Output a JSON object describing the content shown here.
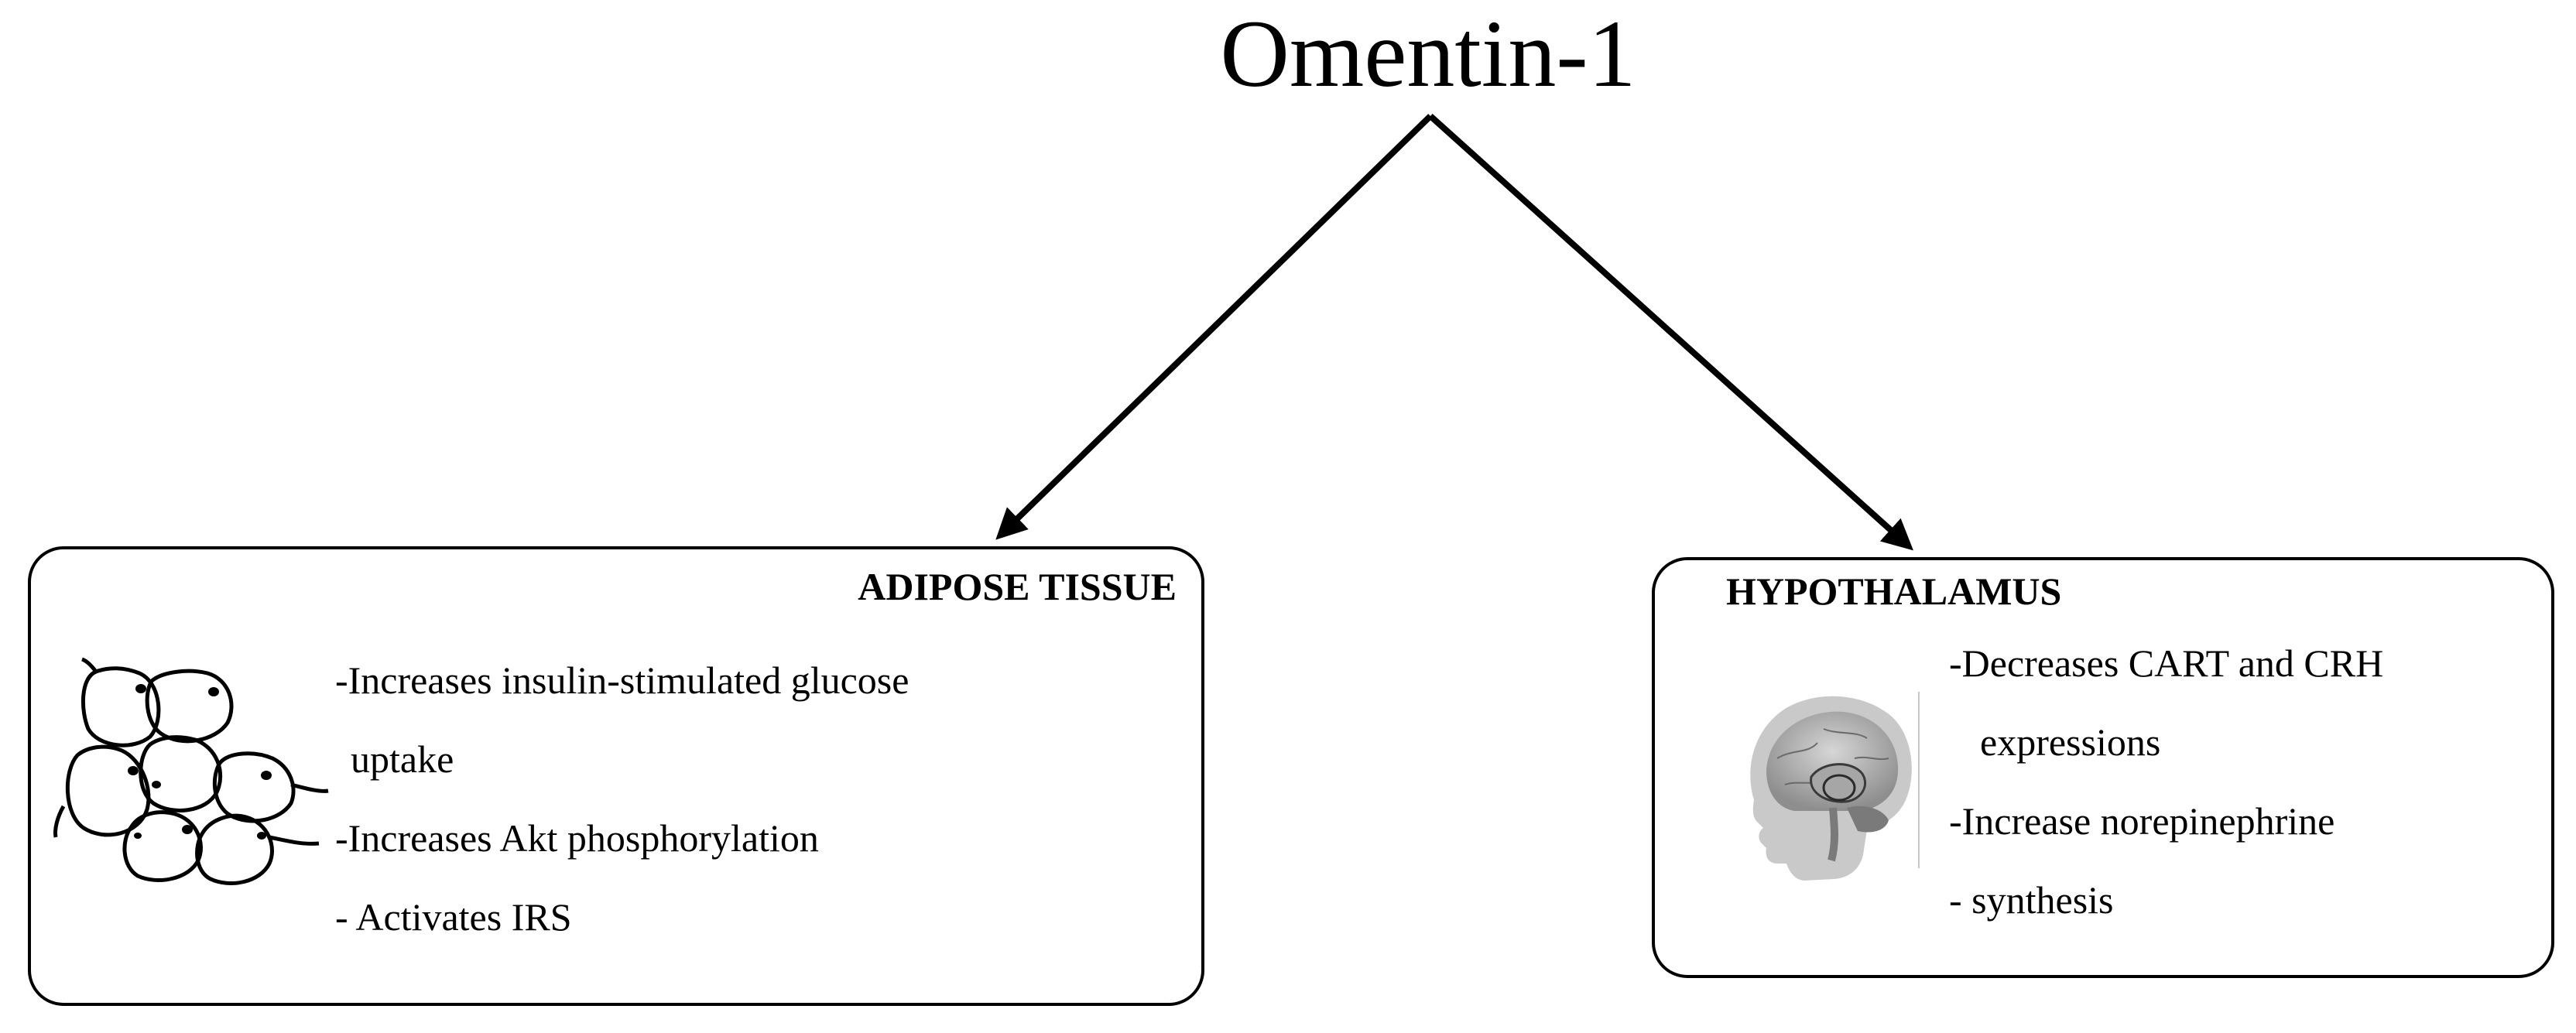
{
  "title": "Omentin-1",
  "adipose": {
    "title": "ADIPOSE TISSUE",
    "items": [
      "-Increases insulin-stimulated glucose",
      "uptake",
      "-Increases Akt phosphorylation",
      "- Activates IRS"
    ],
    "icon": "adipocytes-icon"
  },
  "hypothalamus": {
    "title": "HYPOTHALAMUS",
    "items": [
      "-Decreases CART and  CRH",
      "expressions",
      "-Increase norepinephrine",
      "- synthesis"
    ],
    "icon": "brain-icon"
  },
  "colors": {
    "line": "#000000",
    "background": "#ffffff"
  }
}
